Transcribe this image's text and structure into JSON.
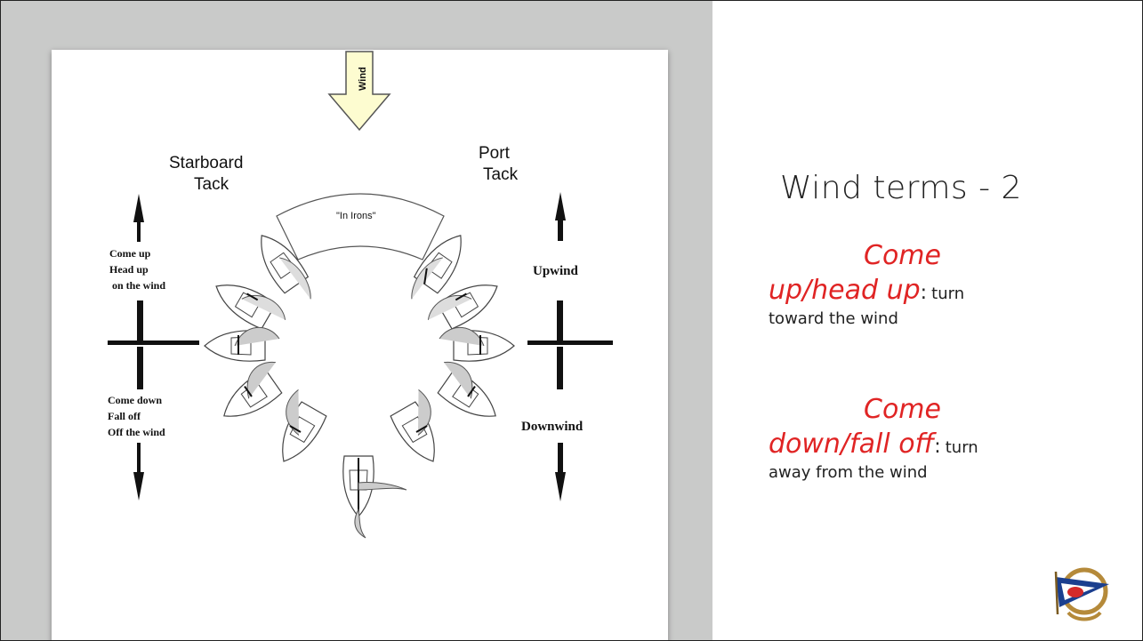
{
  "slide": {
    "title": "Wind terms - 2",
    "bullets": [
      {
        "term_line1": "Come",
        "term_line2": "up/head up",
        "colon": ":",
        "desc_inline": "turn",
        "desc_line": "toward the wind"
      },
      {
        "term_line1": "Come",
        "term_line2": "down/fall off",
        "colon": ":",
        "desc_inline": "turn",
        "desc_line": "away from the wind"
      }
    ]
  },
  "diagram": {
    "wind_label": "Wind",
    "in_irons_label": "\"In Irons\"",
    "starboard_line1": "Starboard",
    "starboard_line2": "Tack",
    "port_line1": "Port",
    "port_line2": "Tack",
    "left_up_lines": [
      "Come up",
      "Head up",
      "on the wind"
    ],
    "left_down_lines": [
      "Come down",
      "Fall off",
      "Off the wind"
    ],
    "right_up_label": "Upwind",
    "right_down_label": "Downwind"
  },
  "colors": {
    "accent_red": "#e02424",
    "wind_arrow_fill": "#fdfcd0",
    "panel_gray": "#c9cac9"
  },
  "icons": {
    "logo": "club-burgee-logo"
  }
}
